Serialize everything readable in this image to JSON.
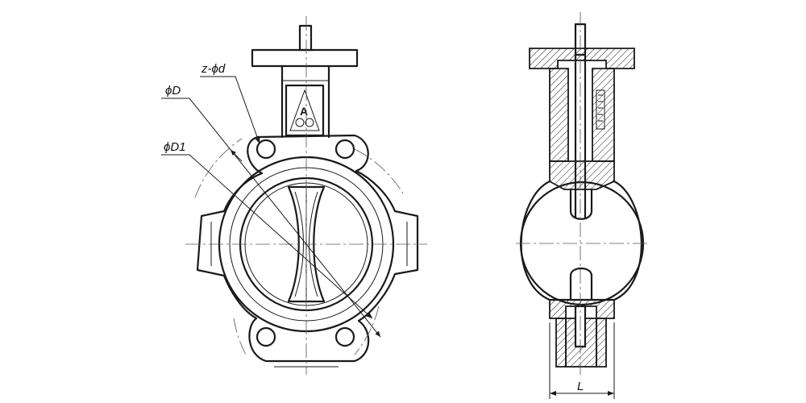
{
  "diagram": {
    "labels": {
      "bolt_holes": "z-ϕd",
      "outer_diameter": "ϕD",
      "bolt_circle_diameter": "ϕD1",
      "face_to_face_length": "L"
    },
    "logo_letters": "A",
    "colors": {
      "line": "#1a1a1a",
      "centerline": "#555555",
      "background": "#ffffff"
    }
  }
}
